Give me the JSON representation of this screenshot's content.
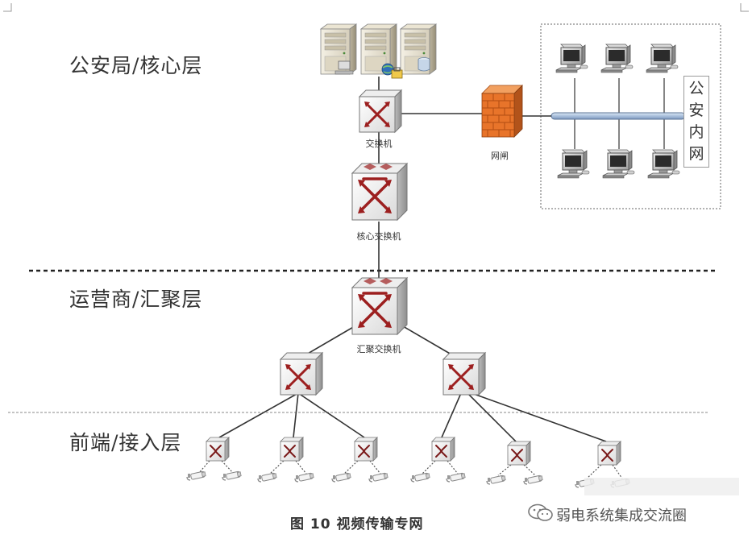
{
  "layers": {
    "core": "公安局/核心层",
    "aggregation": "运营商/汇聚层",
    "access": "前端/接入层"
  },
  "nodes": {
    "switch": "交换机",
    "gatekeeper": "网闸",
    "core_switch": "核心交换机",
    "aggregation_switch": "汇聚交换机"
  },
  "intranet_label": [
    "公",
    "安",
    "内",
    "网"
  ],
  "caption": "图 10 视频传输专网",
  "watermark": "弱电系统集成交流圈",
  "icons": {
    "server": "server-tower-icon",
    "switch": "network-switch-icon",
    "firewall": "firewall-brick-icon",
    "computer": "desktop-computer-icon",
    "camera": "cctv-camera-icon"
  },
  "colors": {
    "firewall": "#e8742a",
    "switch_symbol": "#9c1f1f",
    "intranet_bus": "#b9cde4",
    "divider": "#222222"
  }
}
